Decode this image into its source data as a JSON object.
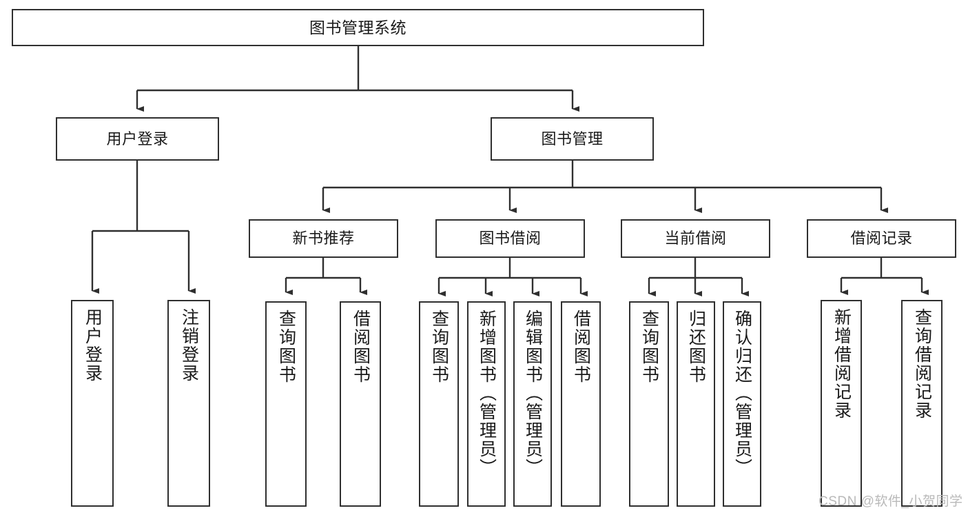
{
  "diagram": {
    "title": "图书管理系统",
    "type": "tree-hierarchy",
    "watermark": "CSDN @软件_小贺同学",
    "colors": {
      "box_border": "#2f2f2f",
      "box_fill": "#ffffff",
      "connector": "#2f2f2f",
      "text": "#1a1a1a",
      "watermark": "#b9b9b9",
      "background": "#ffffff"
    },
    "nodes": {
      "root": {
        "label": "图书管理系统"
      },
      "level2": [
        {
          "id": "user-login",
          "label": "用户登录"
        },
        {
          "id": "book-manage",
          "label": "图书管理"
        }
      ],
      "level3": [
        {
          "id": "new-book-recommend",
          "label": "新书推荐"
        },
        {
          "id": "book-borrow",
          "label": "图书借阅"
        },
        {
          "id": "current-borrow",
          "label": "当前借阅"
        },
        {
          "id": "borrow-record",
          "label": "借阅记录"
        }
      ],
      "leaves": {
        "user-login": [
          {
            "id": "leaf-user-login",
            "label": "用户登录"
          },
          {
            "id": "leaf-user-logout",
            "label": "注销登录"
          }
        ],
        "new-book-recommend": [
          {
            "id": "leaf-query-book-1",
            "label": "查询图书"
          },
          {
            "id": "leaf-borrow-book-1",
            "label": "借阅图书"
          }
        ],
        "book-borrow": [
          {
            "id": "leaf-query-book-2",
            "label": "查询图书"
          },
          {
            "id": "leaf-add-book",
            "label": "新增图书（管理员）"
          },
          {
            "id": "leaf-edit-book",
            "label": "编辑图书（管理员）"
          },
          {
            "id": "leaf-borrow-book-2",
            "label": "借阅图书"
          }
        ],
        "current-borrow": [
          {
            "id": "leaf-query-book-3",
            "label": "查询图书"
          },
          {
            "id": "leaf-return-book",
            "label": "归还图书"
          },
          {
            "id": "leaf-confirm-return",
            "label": "确认归还（管理员）"
          }
        ],
        "borrow-record": [
          {
            "id": "leaf-add-record",
            "label": "新增借阅记录"
          },
          {
            "id": "leaf-query-record",
            "label": "查询借阅记录"
          }
        ]
      }
    }
  }
}
